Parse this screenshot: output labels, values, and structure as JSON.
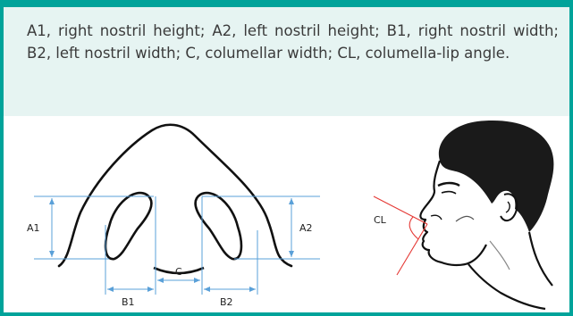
{
  "caption": "A1, right nostril height; A2, left nostril height; B1, right nostril width; B2, left nostril width; C, columellar width; CL, columella-lip angle.",
  "labels": {
    "a1": "A1",
    "a2": "A2",
    "b1": "B1",
    "b2": "B2",
    "c": "C",
    "cl": "CL"
  },
  "colors": {
    "border": "#00a39a",
    "caption_bg": "#e6f4f2",
    "dimension_lines": "#5aa0d8",
    "angle_lines": "#e53935"
  }
}
